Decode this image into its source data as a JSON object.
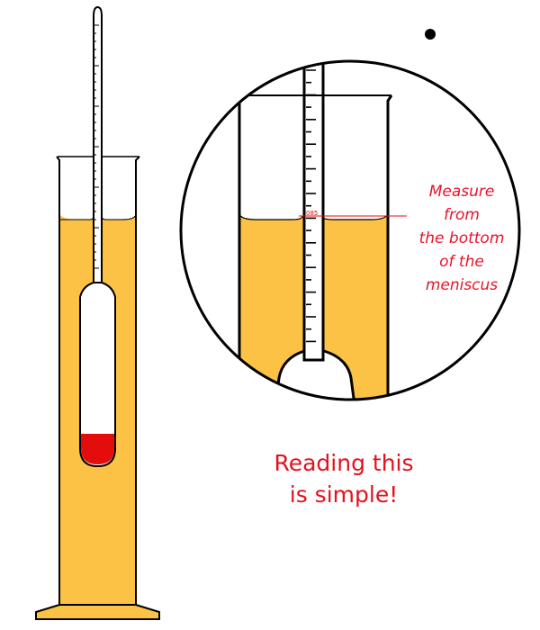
{
  "diagram": {
    "callout": {
      "lines": [
        "Measure",
        "from",
        "the bottom",
        "of the",
        "meniscus"
      ],
      "scale_mark": "085"
    },
    "caption": {
      "lines": [
        "Reading this",
        "is simple!"
      ]
    }
  },
  "colors": {
    "liquid": "#fbc245",
    "mercury": "#e30d0d",
    "outline": "#000000",
    "callout_text": "#e8142a",
    "background": "#ffffff"
  }
}
